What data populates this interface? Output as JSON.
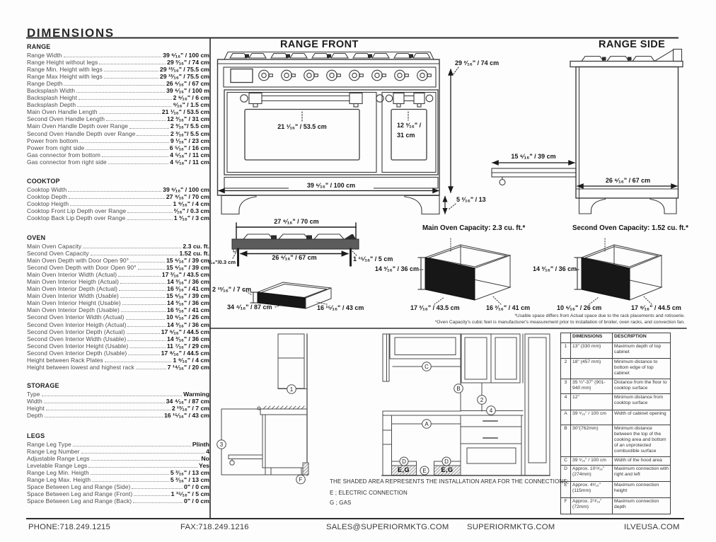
{
  "page": {
    "title": "DIMENSIONS",
    "background": "#fdfdfd",
    "line_color": "#3c3c3c"
  },
  "specs": {
    "sections": [
      {
        "heading": "RANGE",
        "rows": [
          {
            "label": "Range Width",
            "value": "39 ⁶⁄₁₆\" / 100 cm"
          },
          {
            "label": "Range Height without legs",
            "value": "29 ²⁄₁₆\" / 74 cm"
          },
          {
            "label": "Range Min. Height with legs",
            "value": "29 ¹²⁄₁₆\" / 75.5 cm"
          },
          {
            "label": "Range Max Height with legs",
            "value": "29 ¹²⁄₁₆\" / 75.5 cm"
          },
          {
            "label": "Range Depth",
            "value": "26 ⁶⁄₁₆\" / 67 cm"
          },
          {
            "label": "Backsplash Width",
            "value": "39 ⁶⁄₁₆\" / 100 m"
          },
          {
            "label": "Backsplash Height",
            "value": "2 ⁶⁄₁₆\" / 6 cm"
          },
          {
            "label": "Backsplash Depth",
            "value": "⁹⁄₁₆\" / 1.5 cm"
          },
          {
            "label": "Main Oven Handle Length",
            "value": "21 ¹⁄₁₆\" / 53.5 cm"
          },
          {
            "label": "Second Oven Handle Length",
            "value": "12 ³⁄₁₆\" / 31 cm"
          },
          {
            "label": "Main Oven Handle Depth over Range",
            "value": "2 ³⁄₁₆\"/ 5.5 cm"
          },
          {
            "label": "Second Oven Handle Depth over Range",
            "value": "2 ³⁄₁₆\"/ 5.5 cm"
          },
          {
            "label": "Power from bottom",
            "value": "9 ¹⁄₁₆\" / 23 cm"
          },
          {
            "label": "Power from right side",
            "value": "6 ⁵⁄₁₆\" / 16 cm"
          },
          {
            "label": "Gas connector from bottom",
            "value": "4 ⁵⁄₁₆\" / 11 cm"
          },
          {
            "label": "Gas connector from right side",
            "value": "4 ⁵⁄₁₆\" / 11 cm"
          }
        ]
      },
      {
        "heading": "COOKTOP",
        "rows": [
          {
            "label": "Cooktop Width",
            "value": "39 ⁶⁄₁₆\" / 100 cm"
          },
          {
            "label": "Cooktop Depth",
            "value": "27 ⁹⁄₁₆\" / 70 cm"
          },
          {
            "label": "Cooktop Heigth",
            "value": "1 ⁹⁄₁₆\" / 4 cm"
          },
          {
            "label": "Cooktop Front Lip Depth over Range",
            "value": "²⁄₁₆\" / 0.3 cm"
          },
          {
            "label": "Cooktop Back Lip Depth over Range",
            "value": "1 ³⁄₁₆\" / 3 cm"
          }
        ]
      },
      {
        "heading": "OVEN",
        "rows": [
          {
            "label": "Main Oven Capacity",
            "value": "2.3 cu. ft."
          },
          {
            "label": "Second Oven Capacity",
            "value": "1.52 cu. ft."
          },
          {
            "label": "Main Oven Depth with Door Open 90°",
            "value": "15 ⁶⁄₁₆\" / 39 cm"
          },
          {
            "label": "Second Oven Depth with Door Open 90°",
            "value": "15 ⁶⁄₁₆\" / 39 cm"
          },
          {
            "label": "Main Oven Interior Width (Actual)",
            "value": "17 ²⁄₁₆\" / 43.5 cm"
          },
          {
            "label": "Main Oven Interior Heigth (Actual)",
            "value": "14 ³⁄₁₆\" / 36 cm"
          },
          {
            "label": "Main Oven Interior Depth (Actual)",
            "value": "16 ²⁄₁₆\" / 41 cm"
          },
          {
            "label": "Main Oven Interior Width (Usable)",
            "value": "15 ⁶⁄₁₆\" / 39 cm"
          },
          {
            "label": "Main Oven Interior Height (Usable)",
            "value": "14 ³⁄₁₆\" / 36 cm"
          },
          {
            "label": "Main Oven Interior Depth (Usable)",
            "value": "16 ²⁄₁₆\" / 41 cm"
          },
          {
            "label": "Second Oven Interior Width (Actual)",
            "value": "10 ⁶⁄₁₆\" / 26 cm"
          },
          {
            "label": "Second Oven Interior Heigth (Actual)",
            "value": "14 ³⁄₁₆\" / 36 cm"
          },
          {
            "label": "Second Oven Interior Depth (Actual)",
            "value": "17 ⁶⁄₁₆\" / 44.5 cm"
          },
          {
            "label": "Second Oven Interior Width (Usable)",
            "value": "14 ³⁄₁₆\" / 36 cm"
          },
          {
            "label": "Second Oven Interior Height (Usable)",
            "value": "11 ⁷⁄₁₆\" / 29 cm"
          },
          {
            "label": "Second Oven Interior Depth (Usable)",
            "value": "17 ⁸⁄₁₆\" / 44.5 cm"
          },
          {
            "label": "Height between Rack Plates",
            "value": "1 ⁹⁄₁₆\" / 4 cm"
          },
          {
            "label": "Height between lowest and highest rack",
            "value": "7 ¹⁴⁄₁₆\" / 20 cm"
          }
        ]
      },
      {
        "heading": "STORAGE",
        "rows": [
          {
            "label": "Type",
            "value": "Warming"
          },
          {
            "label": "Width",
            "value": "34 ⁴⁄₁₆\" / 87 cm"
          },
          {
            "label": "Height",
            "value": "2 ¹²⁄₁₆\" / 7 cm"
          },
          {
            "label": "Depth",
            "value": "16 ¹⁵⁄₁₆\" / 43 cm"
          }
        ]
      },
      {
        "heading": "LEGS",
        "rows": [
          {
            "label": "Range Leg Type",
            "value": "Plinth"
          },
          {
            "label": "Range Leg Number",
            "value": "4"
          },
          {
            "label": "Adjustable Range Legs",
            "value": "No"
          },
          {
            "label": "Levelable Range Legs",
            "value": "Yes"
          },
          {
            "label": "Range Leg Min. Heigth",
            "value": "5 ²⁄₁₆\" / 13 cm"
          },
          {
            "label": "Range Leg Max. Heigth",
            "value": "5 ²⁄₁₆\" / 13 cm"
          },
          {
            "label": "Space Between Leg and Range (Side)",
            "value": "0\" / 0 cm"
          },
          {
            "label": "Space Between Leg and Range (Front)",
            "value": "1 ¹⁵⁄₁₆\" / 5 cm"
          },
          {
            "label": "Space Between Leg and Range (Back)",
            "value": "0\" / 0 cm"
          }
        ]
      }
    ]
  },
  "drawings": {
    "front": {
      "title": "RANGE FRONT",
      "height_label": "29 ²⁄₁₆\" / 74 cm",
      "width_label": "39 ⁶⁄₁₆\" / 100 cm",
      "leg_label": "5 ²⁄₁₆\" / 13",
      "main_handle_label": "21 ¹⁄₁₆\" / 53.5 cm",
      "second_handle_label_line1": "12 ³⁄₁₆\" /",
      "second_handle_label_line2": "31 cm"
    },
    "side": {
      "title": "RANGE SIDE",
      "door_open_label": "15 ⁶⁄₁₆\" / 39 cm",
      "depth_label": "26 ⁶⁄₁₆\" / 67 cm"
    },
    "cooktop_profile": {
      "top_width_label": "27 ⁹⁄₁₆\" / 70 cm",
      "bottom_width_label": "26 ⁶⁄₁₆\" / 67 cm",
      "front_lip_label": "²⁄₁₆\"/0.3 cm",
      "leg_offset_label": "1 ¹⁵⁄₁₆\" / 5 cm"
    },
    "storage_drawer": {
      "height_label": "2 ¹²⁄₁₆\" / 7 cm",
      "width_label": "34 ⁴⁄₁₆\" / 87 cm",
      "depth_label": "16 ¹⁵⁄₁₆\" / 43 cm"
    },
    "main_oven_box": {
      "title": "Main Oven Capacity: 2.3 cu. ft.*",
      "height_label": "14 ³⁄₁₆\" / 36 cm",
      "width_label": "17 ²⁄₁₆\" / 43.5 cm",
      "depth_label": "16 ²⁄₁₆\" / 41 cm"
    },
    "second_oven_box": {
      "title": "Second Oven Capacity: 1.52 cu. ft.*",
      "height_label": "14 ³⁄₁₆\" / 36 cm",
      "width_label": "10 ⁶⁄₁₆\" / 26 cm",
      "depth_label": "17 ⁸⁄₁₆\" / 44.5 cm"
    },
    "footnote_line1": "*Usable space differs from Actual space due to the rack placements and rotisserie.",
    "footnote_line2": "*Oven Capacity's cubic feet is manufacturer's measurement prior to installation of broiler, oven racks, and convection fan."
  },
  "install": {
    "markers": {
      "m1": "1",
      "m2": "2",
      "m3": "3",
      "m4": "4",
      "mA": "A",
      "mB": "B",
      "mC": "C",
      "mD": "D",
      "mE": "E",
      "mF": "F"
    },
    "connection_left": "E,G",
    "connection_right": "E,G",
    "note_shaded": "THE SHADED AREA REPRESENTS THE INSTALLATION AREA FOR THE CONNECTIONS;",
    "note_electric": "E ; ELECTRIC CONNECTION",
    "note_gas": "G ; GAS",
    "table": {
      "header_dimensions": "DIMENSIONS",
      "header_description": "DESCRIPTION",
      "rows": [
        {
          "ref": "1",
          "dimensions": "13\" (330 mm)",
          "description": "Maximum depth of top cabinet"
        },
        {
          "ref": "2",
          "dimensions": "18\" (457 mm)",
          "description": "Minimum distance to bottom edge of top cabinet"
        },
        {
          "ref": "3",
          "dimensions": "35 ½\"-37\" (901-940 mm)",
          "description": "Distance from the floor to cooktop surface"
        },
        {
          "ref": "4",
          "dimensions": "12\"",
          "description": "Minimum distance from cooktop surface"
        },
        {
          "ref": "A",
          "dimensions": "39 ⁶⁄₁₆\" / 100 cm",
          "description": "Width of cabinet opening"
        },
        {
          "ref": "B",
          "dimensions": "30\"(762mm)",
          "description": "Minimum distance between the top of the cooking area and bottom of an unprotected combustible surface"
        },
        {
          "ref": "C",
          "dimensions": "39 ⁶⁄₁₆\" / 100 cm",
          "description": "Width of the hood area"
        },
        {
          "ref": "D",
          "dimensions": "Approx. 10¹³⁄₁₆\" (274mm)",
          "description": "Maximum connection with right and left"
        },
        {
          "ref": "E",
          "dimensions": "Approx. 4⁸⁄₁₆\" (115mm)",
          "description": "Maximum connection height"
        },
        {
          "ref": "F",
          "dimensions": "Approx. 2¹³⁄₁₆\" (72mm)",
          "description": "Maximum connection depth"
        }
      ]
    }
  },
  "footer": {
    "phone": "PHONE:718.249.1215",
    "fax": "FAX:718.249.1216",
    "email": "SALES@SUPERIORMKTG.COM",
    "site": "SUPERIORMKTG.COM",
    "brand_site": "ILVEUSA.COM"
  }
}
